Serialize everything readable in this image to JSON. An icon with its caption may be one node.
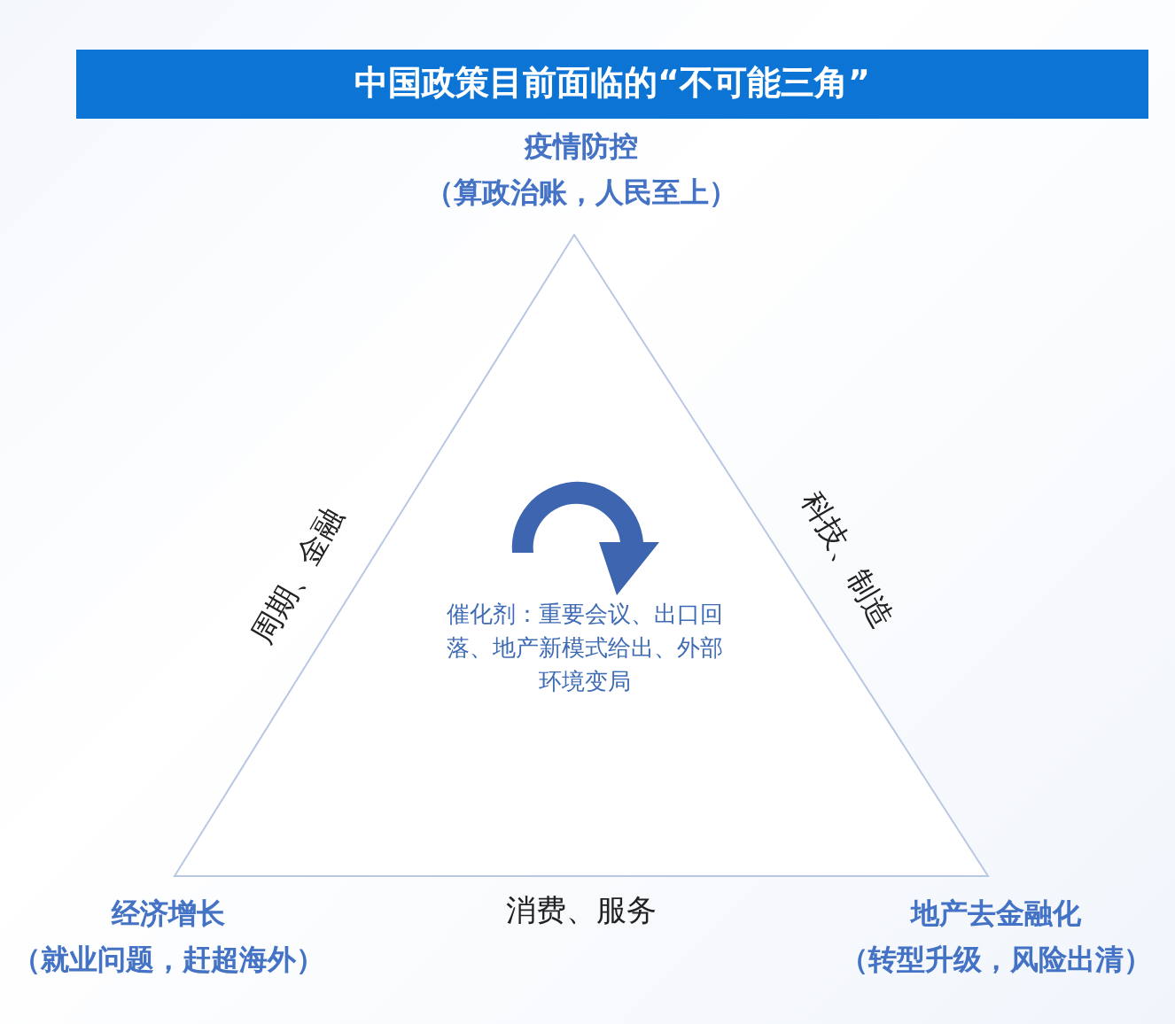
{
  "diagram": {
    "title": "中国政策目前面临的“不可能三角”",
    "nodes": [
      {
        "text": [
          "疫情防控",
          "（算政治账，人民至上）"
        ]
      },
      {
        "text": [
          "催化剂：重要会议、出口回落、地产新模式给出、外部环境变局"
        ]
      },
      {
        "text": [
          "经济增长",
          "（就业问题，赶超海外）"
        ]
      },
      {
        "text": [
          "地产去金融化",
          "（转型升级，风险出清）"
        ]
      }
    ],
    "labels": [
      "周期、金融",
      "科技、制造",
      "消费、服务"
    ]
  }
}
